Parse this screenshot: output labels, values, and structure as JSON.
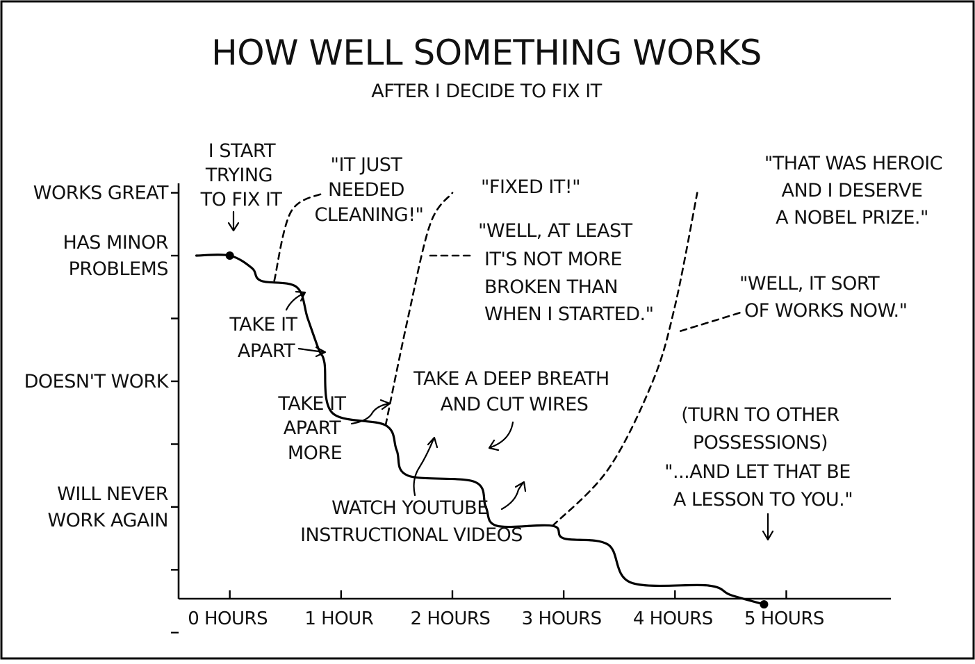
{
  "chart_data": {
    "type": "line",
    "title": "HOW WELL SOMETHING WORKS",
    "subtitle": "AFTER I DECIDE TO FIX IT",
    "xlabel": "",
    "ylabel": "",
    "x_ticks": [
      "0 HOURS",
      "1 HOUR",
      "2 HOURS",
      "3 HOURS",
      "4 HOURS",
      "5 HOURS"
    ],
    "y_categories": [
      {
        "value": 5,
        "lines": [
          "WORKS GREAT"
        ]
      },
      {
        "value": 4,
        "lines": [
          "HAS MINOR",
          "PROBLEMS"
        ]
      },
      {
        "value": 2,
        "lines": [
          "DOESN'T WORK"
        ]
      },
      {
        "value": 0,
        "lines": [
          "WILL NEVER",
          "WORK AGAIN"
        ]
      }
    ],
    "xlim": [
      -0.46,
      5.94
    ],
    "ylim": [
      -1.46,
      5.15
    ],
    "y_minor_ticks": [
      5,
      4,
      3,
      2,
      1,
      0,
      -1,
      -2,
      -3
    ],
    "grid": false,
    "series": [
      {
        "style": "solid",
        "x": [
          -0.3,
          0.0,
          0.2,
          0.28,
          0.6,
          0.7,
          0.8,
          0.85,
          0.92,
          1.4,
          1.5,
          1.6,
          2.2,
          2.3,
          2.4,
          2.9,
          3.0,
          3.4,
          3.6,
          4.3,
          4.5,
          4.8
        ],
        "y": [
          4,
          4,
          3.8,
          3.6,
          3.5,
          3.0,
          2.5,
          2.3,
          1.5,
          1.3,
          0.9,
          0.5,
          0.4,
          0.0,
          -0.3,
          -0.3,
          -0.5,
          -0.6,
          -1.2,
          -1.25,
          -1.4,
          -1.55
        ]
      },
      {
        "style": "dashed",
        "x": [
          0.4,
          0.55,
          0.85
        ],
        "y": [
          3.6,
          4.7,
          5.0
        ]
      },
      {
        "style": "dashed",
        "x": [
          1.4,
          1.6,
          1.8,
          2.0
        ],
        "y": [
          1.3,
          3.0,
          4.5,
          5.0
        ]
      },
      {
        "style": "dashed",
        "x": [
          1.8,
          2.2
        ],
        "y": [
          4.0,
          4.0
        ]
      },
      {
        "style": "dashed",
        "x": [
          2.9,
          3.4,
          3.8,
          4.0,
          4.2
        ],
        "y": [
          -0.3,
          0.6,
          2.0,
          3.2,
          5.0
        ]
      },
      {
        "style": "dashed",
        "x": [
          4.05,
          4.6
        ],
        "y": [
          2.8,
          3.1
        ]
      }
    ],
    "points": [
      {
        "x": 0.0,
        "y": 4.0
      },
      {
        "x": 4.8,
        "y": -1.55
      }
    ],
    "annotations": [
      {
        "lines": [
          "I START",
          "TRYING",
          "TO FIX IT"
        ]
      },
      {
        "lines": [
          "\"IT JUST",
          "NEEDED",
          "CLEANING!\""
        ]
      },
      {
        "lines": [
          "\"FIXED IT!\""
        ]
      },
      {
        "lines": [
          "\"WELL, AT LEAST",
          "IT'S NOT MORE",
          "BROKEN THAN",
          "WHEN I STARTED.\""
        ]
      },
      {
        "lines": [
          "\"THAT WAS HEROIC",
          "AND I DESERVE",
          "A NOBEL PRIZE.\""
        ]
      },
      {
        "lines": [
          "\"WELL, IT SORT",
          "OF WORKS NOW.\""
        ]
      },
      {
        "lines": [
          "TAKE IT",
          "APART"
        ]
      },
      {
        "lines": [
          "TAKE IT",
          "APART",
          "MORE"
        ]
      },
      {
        "lines": [
          "TAKE A DEEP BREATH",
          "AND CUT WIRES"
        ]
      },
      {
        "lines": [
          "WATCH YOUTUBE",
          "INSTRUCTIONAL VIDEOS"
        ]
      },
      {
        "lines": [
          "(TURN TO OTHER",
          "POSSESSIONS)",
          "\"...AND LET THAT BE",
          "A LESSON TO YOU.\""
        ]
      }
    ]
  }
}
